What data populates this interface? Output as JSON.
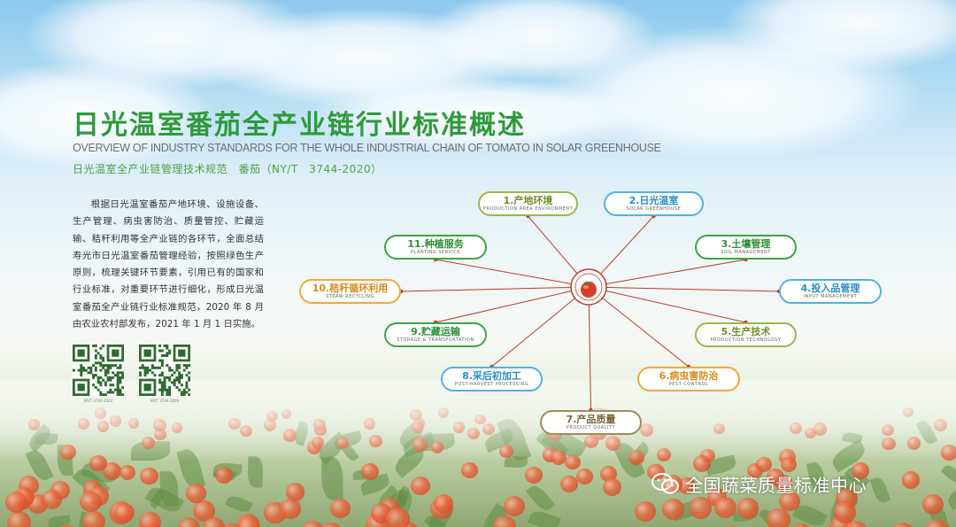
{
  "title": "日光温室番茄全产业链行业标准概述",
  "subtitle_en": "OVERVIEW OF INDUSTRY STANDARDS FOR THE WHOLE INDUSTRIAL CHAIN OF TOMATO IN SOLAR GREENHOUSE",
  "standard": "日光温室全产业链管理技术规范　番茄（NY/T　3744-2020）",
  "description": "根据日光温室番茄产地环境、设施设备、生产管理、病虫害防治、质量管控、贮藏运输、秸秆利用等全产业链的各环节，全面总结寿光市日光温室番茄管理经验，按照绿色生产原则，梳理关键环节要素，引用已有的国家和行业标准，对重要环节进行细化，形成日光温室番茄全产业链行业标准规范，2020 年 8 月由农业农村部发布，2021 年 1 月 1 日实施。",
  "qr_codes": [
    {
      "caption": "NY/T 3744-2020"
    },
    {
      "caption": "NY/T 3744-2020"
    }
  ],
  "hub_icon": "tomato-icon",
  "nodes": [
    {
      "cn": "1.产地环境",
      "en": "PRODUCTION AREA ENVIRONMENT",
      "color": "#9ab84a"
    },
    {
      "cn": "2.日光温室",
      "en": "SOLAR GREENHOUSE",
      "color": "#4db3e3"
    },
    {
      "cn": "3.土壤管理",
      "en": "SOIL MANAGEMENT",
      "color": "#3aa643"
    },
    {
      "cn": "4.投入品管理",
      "en": "INPUT MANAGEMENT",
      "color": "#4db3e3"
    },
    {
      "cn": "5.生产技术",
      "en": "PRODUCTION TECHNOLOGY",
      "color": "#9ab84a"
    },
    {
      "cn": "6.病虫害防治",
      "en": "PEST CONTROL",
      "color": "#f2a739"
    },
    {
      "cn": "7.产品质量",
      "en": "PRODUCT QUALITY",
      "color": "#a38a5e"
    },
    {
      "cn": "8.采后初加工",
      "en": "POST-HARVEST PROCESSING",
      "color": "#4db3e3"
    },
    {
      "cn": "9.贮藏运输",
      "en": "STORAGE & TRANSPORTATION",
      "color": "#3aa643"
    },
    {
      "cn": "10.秸秆循环利用",
      "en": "STRAW RECYCLING",
      "color": "#f2a739"
    },
    {
      "cn": "11.种植服务",
      "en": "PLANTING SERVICE",
      "color": "#3aa643"
    }
  ],
  "brand": {
    "icon": "wechat-icon",
    "text": "全国蔬菜质量标准中心"
  }
}
